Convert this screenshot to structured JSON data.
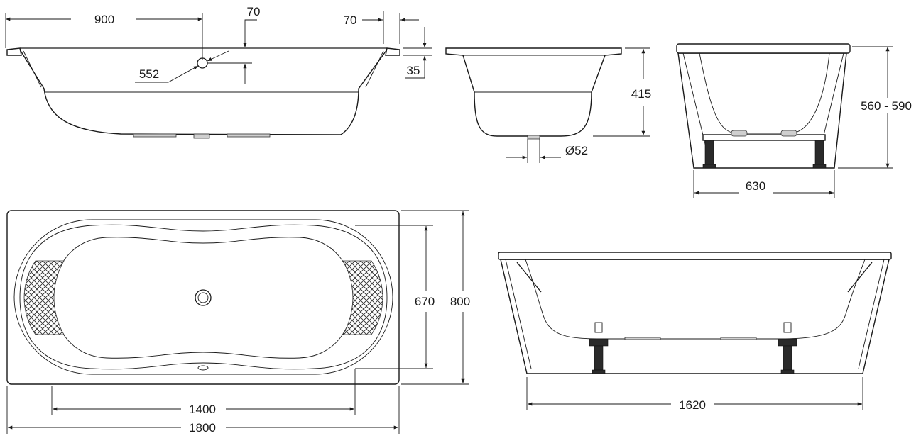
{
  "title": "Bathtub dimension drawing",
  "side_section": {
    "length_to_overflow": "900",
    "overflow_height_offset": "70",
    "rim_width": "70",
    "rim_thickness": "35",
    "overflow_diameter_label": "552"
  },
  "end_section": {
    "depth": "415",
    "drain_diameter": "Ø52"
  },
  "end_elevation": {
    "height_range": "560 - 590",
    "base_width": "630"
  },
  "top_view": {
    "inner_width": "670",
    "outer_width": "800",
    "inner_length": "1400",
    "outer_length": "1800"
  },
  "side_elevation": {
    "base_length": "1620"
  }
}
